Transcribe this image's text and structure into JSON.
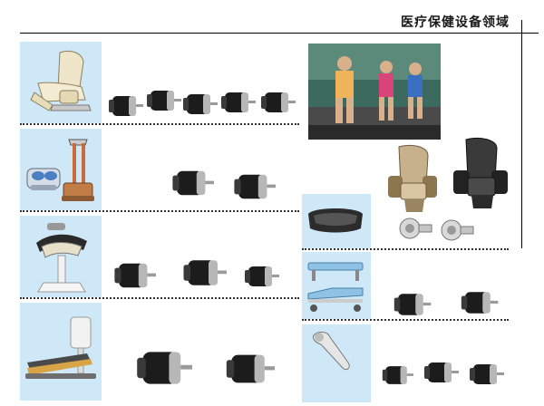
{
  "page": {
    "title": "医疗保健设备领域"
  },
  "colors": {
    "panel_blue": "#cfe8f7",
    "rule": "#000000",
    "motor_body": "#1c1c1c",
    "motor_metal": "#b7b7b7"
  },
  "sections_left": [
    {
      "product": "massage-chair"
    },
    {
      "product": "foot-massager-and-vibration-plate"
    },
    {
      "product": "horse-riding-fitness-machine"
    },
    {
      "product": "rehabilitation-treadmill"
    }
  ],
  "sections_right": [
    {
      "product": "treadmill-runners-photo"
    },
    {
      "product": "massage-chairs"
    },
    {
      "product": "eye-massager"
    },
    {
      "product": "medical-beds"
    },
    {
      "product": "handheld-massager"
    }
  ]
}
